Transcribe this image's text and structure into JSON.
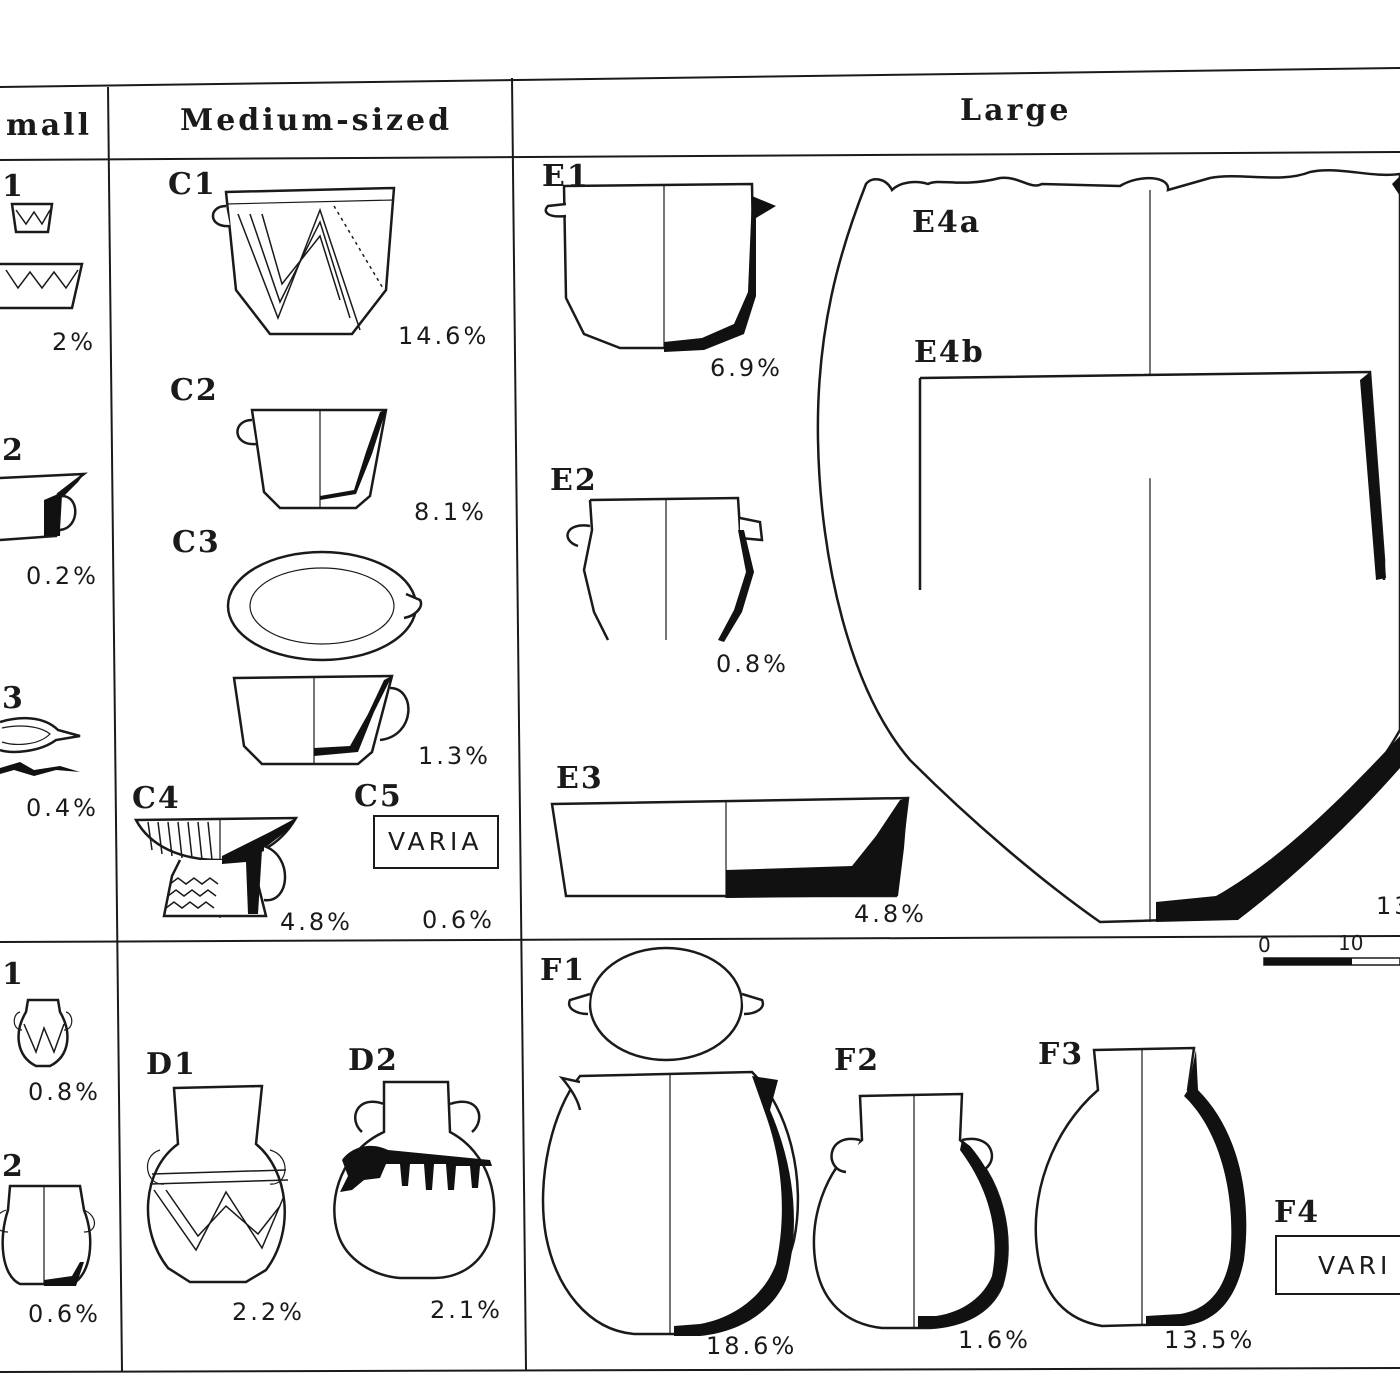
{
  "headers": {
    "small": "mall",
    "medium": "Medium-sized",
    "large": "Large"
  },
  "vessels": {
    "top_small": [
      {
        "label": "1",
        "pct": "2%"
      },
      {
        "label": "2",
        "pct": "0.2%"
      },
      {
        "label": "3",
        "pct": "0.4%"
      }
    ],
    "top_medium": [
      {
        "label": "C1",
        "pct": "14.6%"
      },
      {
        "label": "C2",
        "pct": "8.1%"
      },
      {
        "label": "C3",
        "pct": "1.3%"
      },
      {
        "label": "C4",
        "pct": "4.8%"
      },
      {
        "label": "C5",
        "pct": "0.6%",
        "box": "VARIA"
      }
    ],
    "top_large": [
      {
        "label": "E1",
        "pct": "6.9%"
      },
      {
        "label": "E2",
        "pct": "0.8%"
      },
      {
        "label": "E3",
        "pct": "4.8%"
      },
      {
        "label": "E4a"
      },
      {
        "label": "E4b",
        "pct": "13"
      }
    ],
    "bottom_small": [
      {
        "label": "1",
        "pct": "0.8%"
      },
      {
        "label": "2",
        "pct": "0.6%"
      }
    ],
    "bottom_medium": [
      {
        "label": "D1",
        "pct": "2.2%"
      },
      {
        "label": "D2",
        "pct": "2.1%"
      }
    ],
    "bottom_large": [
      {
        "label": "F1",
        "pct": "18.6%"
      },
      {
        "label": "F2",
        "pct": "1.6%"
      },
      {
        "label": "F3",
        "pct": "13.5%"
      },
      {
        "label": "F4",
        "box": "VARI"
      }
    ]
  },
  "scale_bar": {
    "ticks": [
      "0",
      "10"
    ]
  }
}
